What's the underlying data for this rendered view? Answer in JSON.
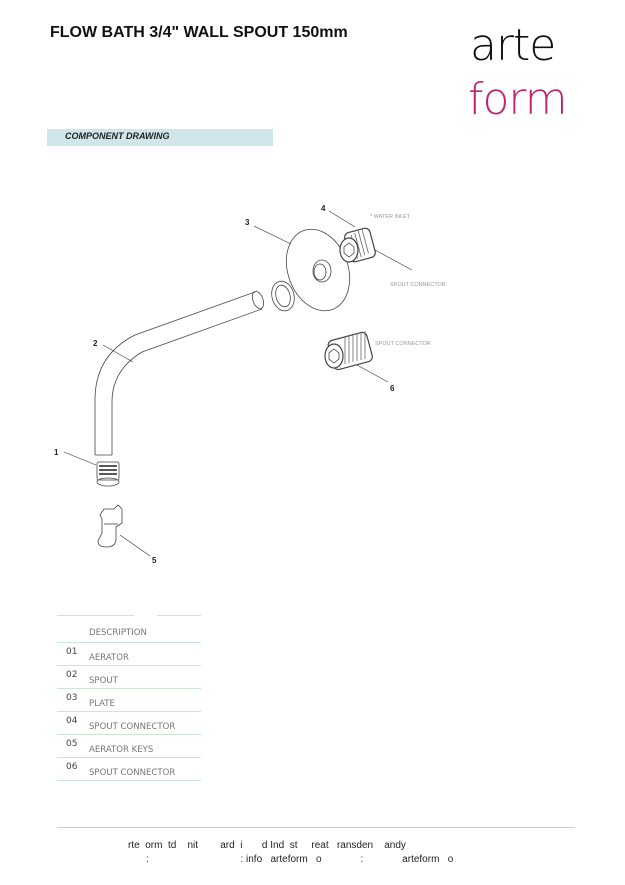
{
  "header": {
    "title": "FLOW BATH 3/4\" WALL SPOUT 150mm",
    "logo": {
      "line1": "arte",
      "line2": "form",
      "line1_color": "#111111",
      "line2_color": "#c0266d"
    }
  },
  "section": {
    "label": "COMPONENT DRAWING",
    "bg_color": "#cfe6ea"
  },
  "drawing": {
    "callouts": [
      "1",
      "2",
      "3",
      "4",
      "5",
      "6"
    ],
    "labels": {
      "water_inlet": "* WATER INLET",
      "spout_connector_top": "SPOUT CONNECTOR",
      "spout_connector_bottom": "SPOUT CONNECTOR"
    }
  },
  "parts_table": {
    "header": "DESCRIPTION",
    "rows": [
      {
        "num": "01",
        "desc": "AERATOR"
      },
      {
        "num": "02",
        "desc": "SPOUT"
      },
      {
        "num": "03",
        "desc": "PLATE"
      },
      {
        "num": "04",
        "desc": "SPOUT CONNECTOR"
      },
      {
        "num": "05",
        "desc": "AERATOR KEYS"
      },
      {
        "num": "06",
        "desc": "SPOUT CONNECTOR"
      }
    ]
  },
  "footer": {
    "line1": "rte  orm  td    nit        ard  i       d Ind  st     reat   ransden    andy",
    "line2": ":                                 : info   arteform   o              :              arteform   o"
  }
}
